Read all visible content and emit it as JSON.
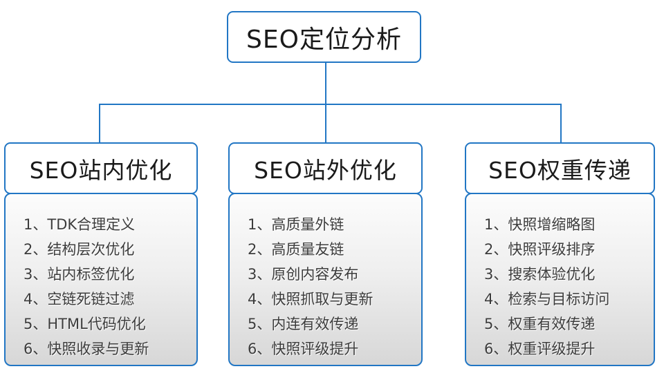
{
  "colors": {
    "accent_blue": "#2176c4",
    "panel_gradient_top": "#fcfcfc",
    "panel_gradient_bottom": "#d7d7d7",
    "header_text": "#1a1a1a",
    "list_text": "#3c3c3c",
    "background": "#ffffff"
  },
  "root": {
    "title": "SEO定位分析"
  },
  "columns": [
    {
      "header": "SEO站内优化",
      "items": [
        "1、TDK合理定义",
        "2、结构层次优化",
        "3、站内标签优化",
        "4、空链死链过滤",
        "5、HTML代码优化",
        "6、快照收录与更新"
      ]
    },
    {
      "header": "SEO站外优化",
      "items": [
        "1、高质量外链",
        "2、高质量友链",
        "3、原创内容发布",
        "4、快照抓取与更新",
        "5、内连有效传递",
        "6、快照评级提升"
      ]
    },
    {
      "header": "SEO权重传递",
      "items": [
        "1、快照增缩略图",
        "2、快照评级排序",
        "3、搜索体验优化",
        "4、检索与目标访问",
        "5、权重有效传递",
        "6、权重评级提升"
      ]
    }
  ]
}
